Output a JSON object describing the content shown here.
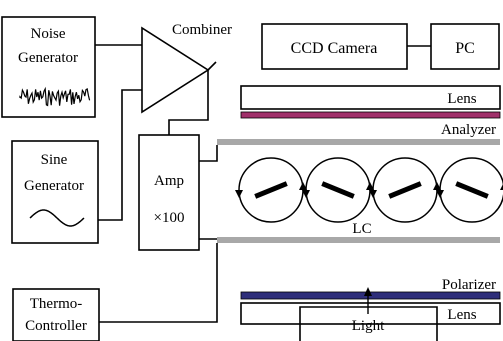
{
  "labels": {
    "noise_line1": "Noise",
    "noise_line2": "Generator",
    "combiner": "Combiner",
    "ccd_camera": "CCD Camera",
    "pc": "PC",
    "lens_top": "Lens",
    "analyzer": "Analyzer",
    "sine_line1": "Sine",
    "sine_line2": "Generator",
    "amp_line1": "Amp",
    "amp_line2": "×100",
    "lc": "LC",
    "polarizer": "Polarizer",
    "lens_bottom": "Lens",
    "thermo_line1": "Thermo-",
    "thermo_line2": "Controller",
    "light": "Light"
  },
  "colors": {
    "analyzer_plate": "#a8a8a8",
    "lc_plate": "#a8a8a8",
    "polarizer_stripe": "#2e2e7a",
    "lens_stripe": "#a0306a"
  },
  "lc_director_angles_deg": [
    -22,
    22,
    -22,
    22
  ]
}
